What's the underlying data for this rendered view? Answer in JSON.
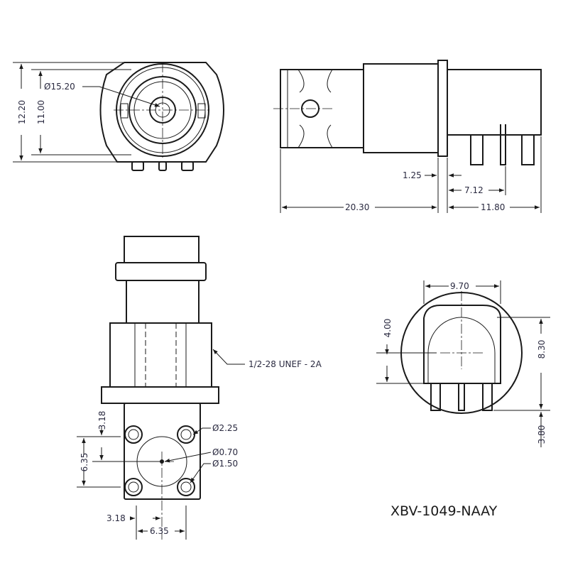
{
  "drawing": {
    "part_number": "XBV-1049-NAAY",
    "front_view": {
      "dim_height_outer": "12.20",
      "dim_height_inner": "11.00",
      "dim_diameter": "Ø15.20"
    },
    "side_view": {
      "dim_flange": "1.25",
      "dim_pin_offset": "7.12",
      "dim_front_length": "20.30",
      "dim_rear_length": "11.80"
    },
    "bottom_view": {
      "thread_callout": "1/2-28 UNEF - 2A",
      "dim_hole_large": "Ø2.25",
      "dim_center_pin": "Ø0.70",
      "dim_hole_small": "Ø1.50",
      "dim_vert_offset": "3.18",
      "dim_vert_spacing": "6.35",
      "dim_horiz_offset": "3.18",
      "dim_horiz_spacing": "6.35"
    },
    "rear_view": {
      "dim_width": "9.70",
      "dim_center_height": "4.00",
      "dim_total_height": "8.30",
      "dim_pin_length": "3.80"
    }
  }
}
